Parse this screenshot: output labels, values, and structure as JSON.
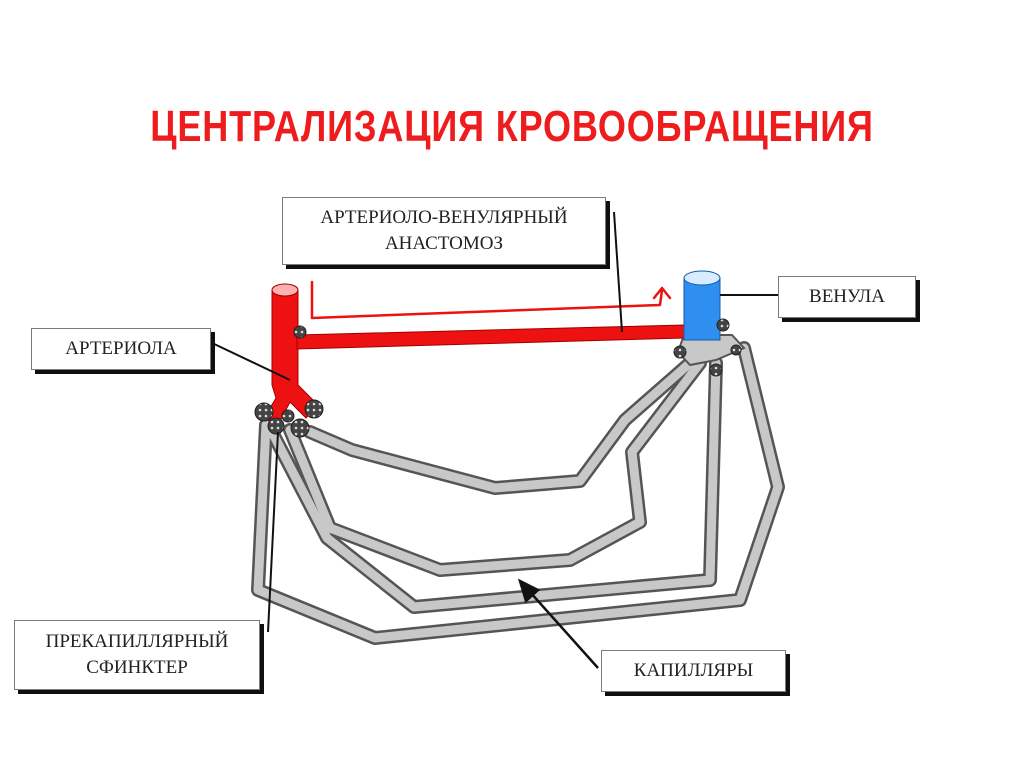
{
  "title": "ЦЕНТРАЛИЗАЦИЯ  КРОВООБРАЩЕНИЯ",
  "labels": {
    "anastomosis": [
      "АРТЕРИОЛО-ВЕНУЛЯРНЫЙ",
      "АНАСТОМОЗ"
    ],
    "arteriole": "АРТЕРИОЛА",
    "venule": "ВЕНУЛА",
    "sphincter": [
      "ПРЕКАПИЛЛЯРНЫЙ",
      "СФИНКТЕР"
    ],
    "capillaries": "КАПИЛЛЯРЫ"
  },
  "colors": {
    "title": "#ee1c1c",
    "artery": "#ee1111",
    "vein": "#2f8ff0",
    "capillary_fill": "#c8c8c8",
    "capillary_stroke": "#555555",
    "flow_arrow": "#ee1111",
    "pointer": "#111111"
  },
  "icons": [
    "sphincter-ring-icon",
    "flow-arrow-icon"
  ]
}
